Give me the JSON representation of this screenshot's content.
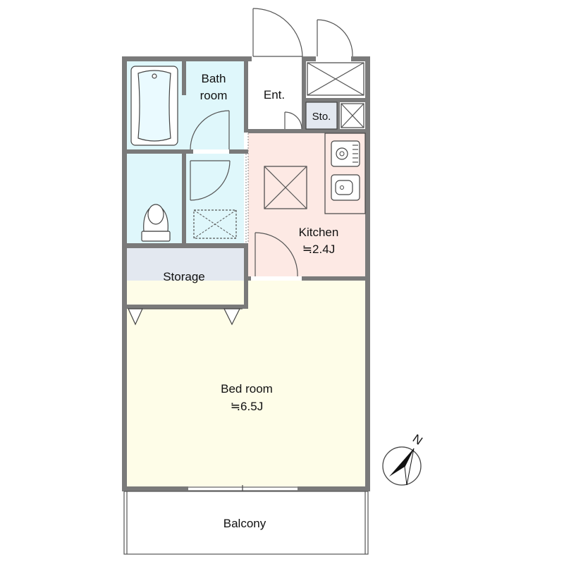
{
  "rooms": {
    "bathroom": {
      "line1": "Bath",
      "line2": "room",
      "color": "#dff7fb"
    },
    "entrance": {
      "label": "Ent.",
      "color": "#ffffff"
    },
    "storage_small": {
      "label": "Sto.",
      "color": "#e3e8f0"
    },
    "kitchen": {
      "label": "Kitchen",
      "size": "≒2.4J",
      "color": "#fde9e4"
    },
    "storage": {
      "label": "Storage",
      "color": "#e3e8f0"
    },
    "bedroom": {
      "label": "Bed room",
      "size": "≒6.5J",
      "color": "#fefde8"
    },
    "balcony": {
      "label": "Balcony",
      "color": "#ffffff"
    },
    "toilet": {
      "color": "#dff7fb"
    },
    "washroom": {
      "color": "#dff7fb"
    }
  },
  "compass": {
    "label": "N"
  },
  "colors": {
    "wall": "#7a7a7a",
    "line": "#444444"
  }
}
